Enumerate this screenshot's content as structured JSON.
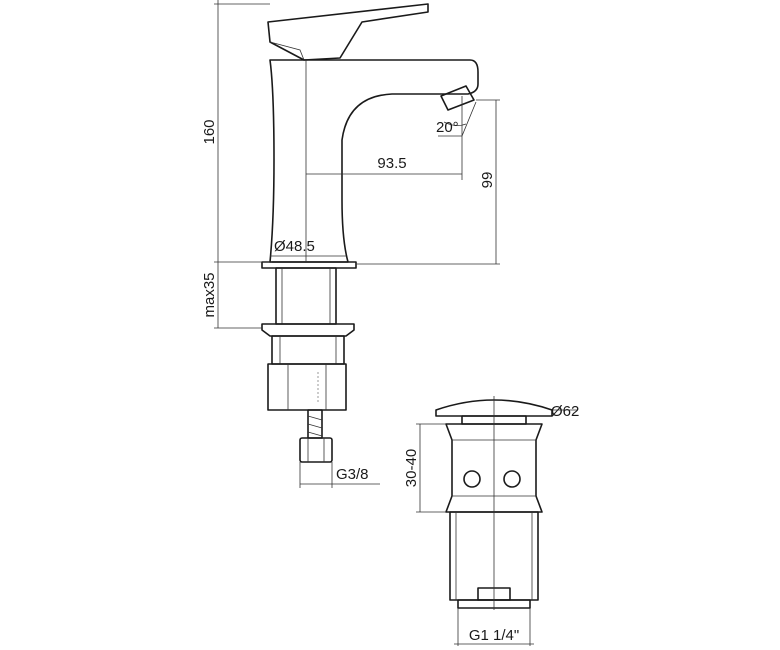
{
  "faucet": {
    "height": "160",
    "spout_reach": "93.5",
    "spout_height": "99",
    "spout_angle": "20°",
    "base_diameter": "Ø48.5",
    "deck_thickness": "max35",
    "connection": "G3/8"
  },
  "drain": {
    "cap_diameter": "Ø62",
    "height_range": "30-40",
    "thread": "G1 1/4\""
  }
}
